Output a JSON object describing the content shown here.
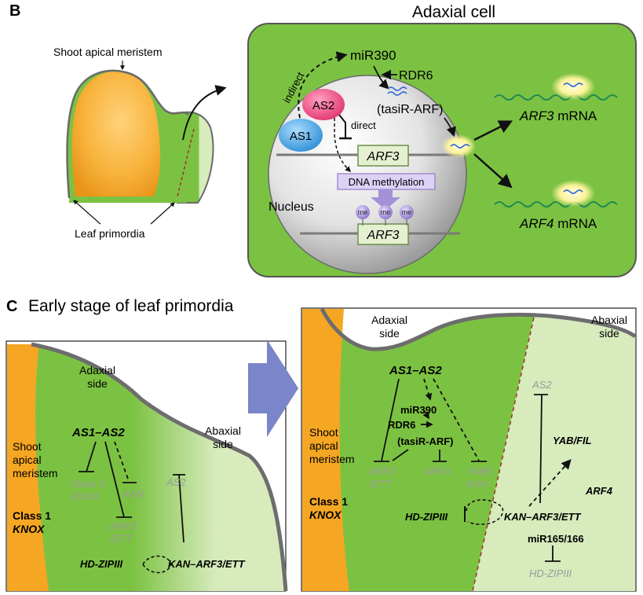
{
  "panelB": {
    "letter": "B",
    "adaxial_cell_title": "Adaxial cell",
    "shoot_apical_meristem": "Shoot apical meristem",
    "leaf_primordia": "Leaf primordia",
    "indirect": "indirect",
    "mir390": "miR390",
    "rdr6": "RDR6",
    "tasiR": "(tasiR-ARF)",
    "as2": "AS2",
    "as1": "AS1",
    "direct": "direct",
    "arf3": "ARF3",
    "dna_methylation": "DNA methylation",
    "nucleus": "Nucleus",
    "me": "me",
    "arf3_mrna_gene": "ARF3",
    "arf4_mrna_gene": "ARF4",
    "mrna": "mRNA"
  },
  "panelC": {
    "letter": "C",
    "title": "Early stage of leaf primordia",
    "left": {
      "adaxial": [
        "Adaxial",
        "side"
      ],
      "abaxial": [
        "Abaxial",
        "side"
      ],
      "sam": [
        "Shoot",
        "apical",
        "meristem"
      ],
      "class1": [
        "Class 1",
        "KNOX"
      ],
      "as1as2": "AS1–AS2",
      "class1knox_grey": [
        "Class 1",
        "KNOX"
      ],
      "kan": "KAN",
      "arf3ett": [
        "ARF3",
        "/ETT"
      ],
      "as2": "AS2",
      "hdzip": "HD-ZIPIII",
      "kanarf": "KAN–ARF3/ETT"
    },
    "right": {
      "adaxial": [
        "Adaxial",
        "side"
      ],
      "abaxial": [
        "Abaxial",
        "side"
      ],
      "sam": [
        "Shoot",
        "apical",
        "meristem"
      ],
      "class1": [
        "Class 1",
        "KNOX"
      ],
      "as1as2": "AS1–AS2",
      "mir390": "miR390",
      "rdr6": "RDR6",
      "tasiR": "(tasiR-ARF)",
      "arf3ett": [
        "ARF3",
        "/ETT"
      ],
      "arf4": "ARF4",
      "yab5kan": [
        "YAB5",
        "KAN"
      ],
      "hdzip": "HD-ZIPIII",
      "kanarf": "KAN–ARF3/ETT",
      "as2": "AS2",
      "yabfil": "YAB/FIL",
      "arf4_right": "ARF4",
      "mir165": "miR165/166",
      "hdzip_grey": "HD-ZIPIII"
    }
  },
  "colors": {
    "green_dark": "#7cc242",
    "green_light": "#d7ebbd",
    "orange": "#f5a623",
    "nucleus": "#e8e8e8",
    "arrow_blue": "#7b85c9"
  }
}
